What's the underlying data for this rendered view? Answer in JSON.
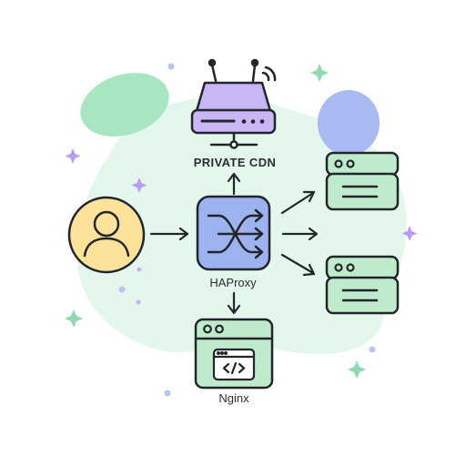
{
  "nodes": {
    "cdn": {
      "label": "PRIVATE CDN",
      "icon": "router-icon"
    },
    "proxy": {
      "label": "HAProxy",
      "icon": "shuffle-icon"
    },
    "user": {
      "icon": "user-icon"
    },
    "nginx": {
      "label": "Nginx",
      "icon": "browser-code-icon"
    },
    "server_top": {
      "icon": "server-icon"
    },
    "server_bottom": {
      "icon": "server-icon"
    }
  },
  "edges": [
    {
      "from": "user",
      "to": "proxy"
    },
    {
      "from": "proxy",
      "to": "cdn"
    },
    {
      "from": "proxy",
      "to": "nginx"
    },
    {
      "from": "proxy",
      "to": "server_top"
    },
    {
      "from": "proxy",
      "to": "server_bottom"
    }
  ],
  "colors": {
    "outline": "#22252b",
    "cdn_fill": "#c9b6f5",
    "proxy_fill": "#9db3f0",
    "user_fill": "#fde29a",
    "server_fill": "#bfeacb",
    "blob_light": "#e4f7ec",
    "blob_green": "#a8e6c2",
    "blob_blue": "#a9baf2"
  }
}
